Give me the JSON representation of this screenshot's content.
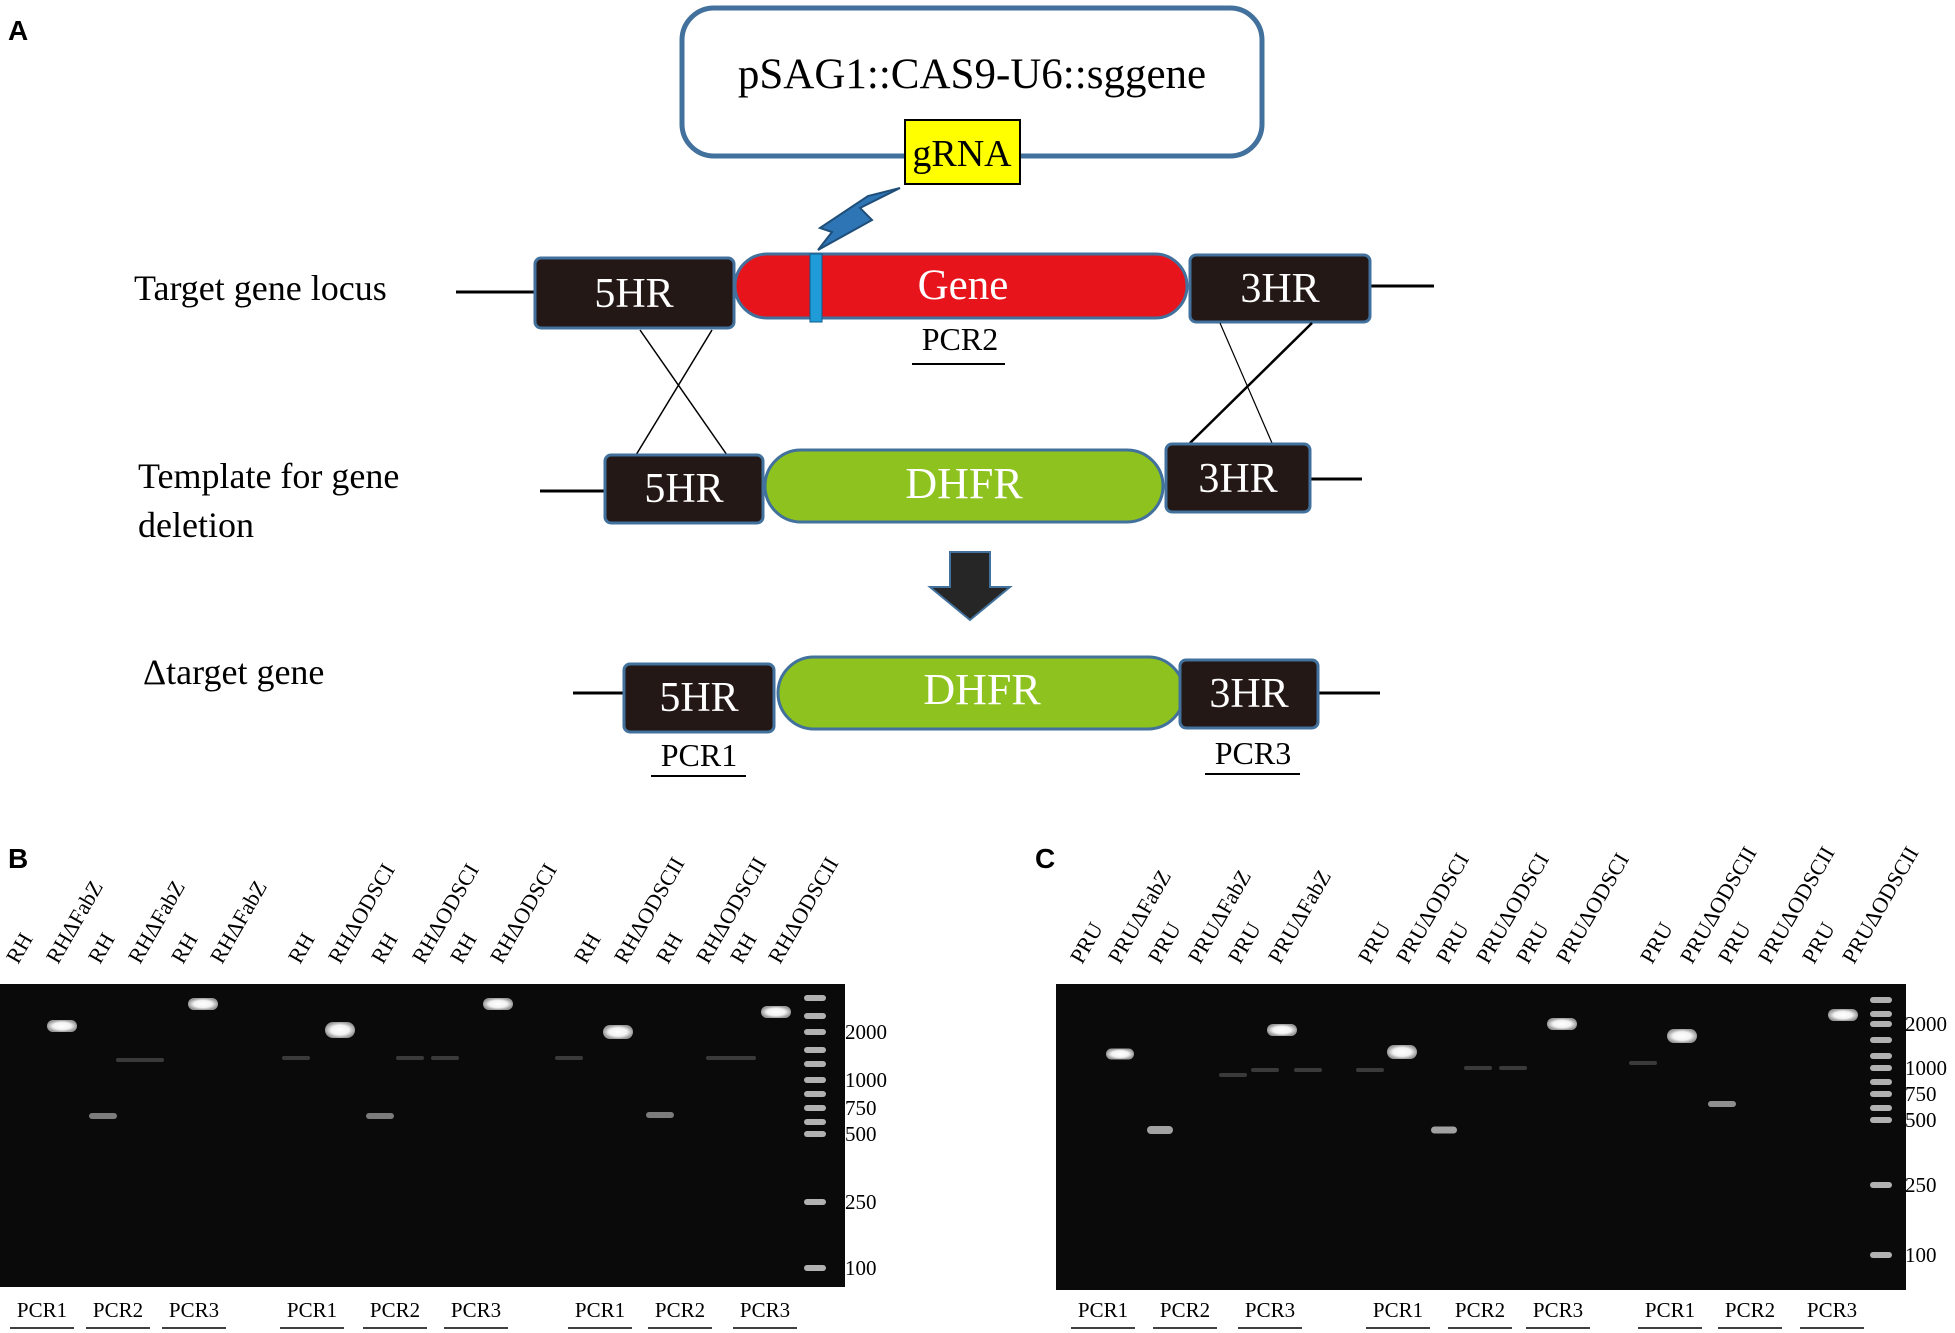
{
  "panel_a": {
    "label": "A",
    "plasmid": "pSAG1::CAS9-U6::sggene",
    "grna": "gRNA",
    "row1_label": "Target gene locus",
    "row2_label_line1": "Template for gene",
    "row2_label_line2": "deletion",
    "row3_label": "Δtarget gene",
    "hr5": "5HR",
    "hr3": "3HR",
    "gene": "Gene",
    "dhfr": "DHFR",
    "pcr1": "PCR1",
    "pcr2": "PCR2",
    "pcr3": "PCR3",
    "colors": {
      "gene": "#e8141c",
      "dhfr": "#8dc21f",
      "hr_box": "#231815",
      "grna_bg": "#ffff00",
      "outline": "#41719c",
      "cut_mark": "#1f9bd8"
    }
  },
  "panel_b": {
    "label": "B",
    "lanes": [
      "RH",
      "RHΔFabZ",
      "RH",
      "RHΔFabZ",
      "RH",
      "RHΔFabZ",
      "RH",
      "RHΔODSCI",
      "RH",
      "RHΔODSCI",
      "RH",
      "RHΔODSCI",
      "RH",
      "RHΔODSCII",
      "RH",
      "RHΔODSCII",
      "RH",
      "RHΔODSCII"
    ],
    "markers": [
      "2000",
      "1000",
      "750",
      "500",
      "250",
      "100"
    ],
    "pcr_labels": [
      "PCR1",
      "PCR2",
      "PCR3",
      "PCR1",
      "PCR2",
      "PCR3",
      "PCR1",
      "PCR2",
      "PCR3"
    ]
  },
  "panel_c": {
    "label": "C",
    "lanes": [
      "PRU",
      "PRUΔFabZ",
      "PRU",
      "PRUΔFabZ",
      "PRU",
      "PRUΔFabZ",
      "PRU",
      "PRUΔODSCI",
      "PRU",
      "PRUΔODSCI",
      "PRU",
      "PRUΔODSCI",
      "PRU",
      "PRUΔODSCII",
      "PRU",
      "PRUΔODSCII",
      "PRU",
      "PRUΔODSCII"
    ],
    "markers": [
      "2000",
      "1000",
      "750",
      "500",
      "250",
      "100"
    ],
    "pcr_labels": [
      "PCR1",
      "PCR2",
      "PCR3",
      "PCR1",
      "PCR2",
      "PCR3",
      "PCR1",
      "PCR2",
      "PCR3"
    ]
  }
}
